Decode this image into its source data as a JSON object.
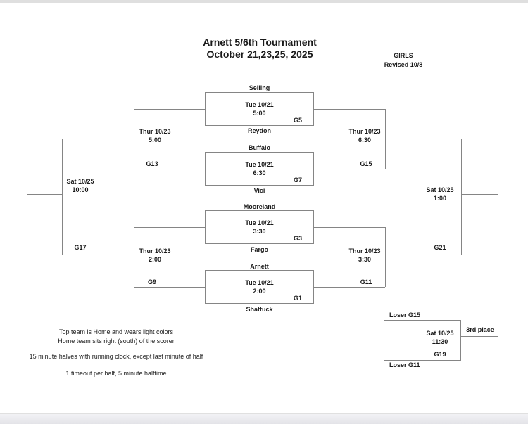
{
  "header": {
    "title_line1": "Arnett 5/6th Tournament",
    "title_line2": "October 21,23,25, 2025",
    "division": "GIRLS",
    "revision": "Revised 10/8"
  },
  "games": {
    "g5": {
      "home": "Seiling",
      "away": "Reydon",
      "date": "Tue 10/21",
      "time": "5:00",
      "label": "G5"
    },
    "g7": {
      "home": "Buffalo",
      "away": "Vici",
      "date": "Tue 10/21",
      "time": "6:30",
      "label": "G7"
    },
    "g3": {
      "home": "Mooreland",
      "away": "Fargo",
      "date": "Tue 10/21",
      "time": "3:30",
      "label": "G3"
    },
    "g1": {
      "home": "Arnett",
      "away": "Shattuck",
      "date": "Tue 10/21",
      "time": "2:00",
      "label": "G1"
    },
    "g13": {
      "date": "Thur 10/23",
      "time": "5:00",
      "label": "G13"
    },
    "g9": {
      "date": "Thur 10/23",
      "time": "2:00",
      "label": "G9"
    },
    "g15": {
      "date": "Thur 10/23",
      "time": "6:30",
      "label": "G15"
    },
    "g11": {
      "date": "Thur 10/23",
      "time": "3:30",
      "label": "G11"
    },
    "g17": {
      "date": "Sat 10/25",
      "time": "10:00",
      "label": "G17"
    },
    "g21": {
      "date": "Sat 10/25",
      "time": "1:00",
      "label": "G21"
    },
    "g19": {
      "home": "Loser G15",
      "away": "Loser G11",
      "date": "Sat 10/25",
      "time": "11:30",
      "label": "G19",
      "title": "3rd place"
    }
  },
  "rules": [
    "Top team is Home and wears light colors",
    "Home team sits right (south) of the scorer",
    "15 minute halves with running clock, except last minute of half",
    "1 timeout per half, 5 minute halftime"
  ],
  "colors": {
    "line": "#858585",
    "text": "#1a1a1a",
    "background": "#ffffff",
    "chrome_bar": "#dfdfdf"
  }
}
